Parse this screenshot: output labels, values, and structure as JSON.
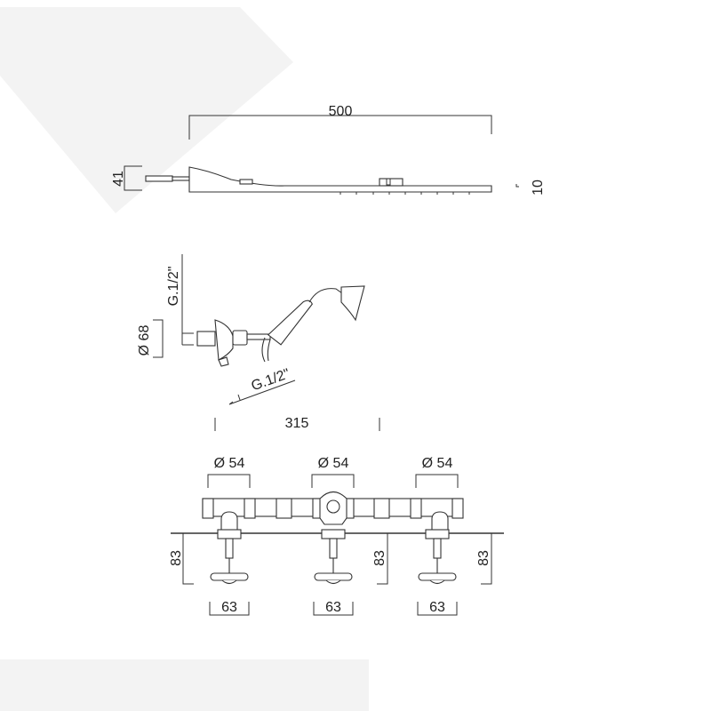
{
  "colors": {
    "background": "#ffffff",
    "panel": "#f3f3f3",
    "line": "#333333"
  },
  "overhead_shower": {
    "width_label": "500",
    "height_label": "41",
    "thickness_label": "10"
  },
  "hand_shower": {
    "thread_top_label": "G.1/2\"",
    "flange_label": "Ø 68",
    "thread_hose_label": "G.1/2\"",
    "length_label": "315"
  },
  "valves": {
    "diameter_labels": [
      "Ø 54",
      "Ø 54",
      "Ø 54"
    ],
    "depth_labels": [
      "83",
      "83",
      "83"
    ],
    "handle_labels": [
      "63",
      "63",
      "63"
    ]
  }
}
